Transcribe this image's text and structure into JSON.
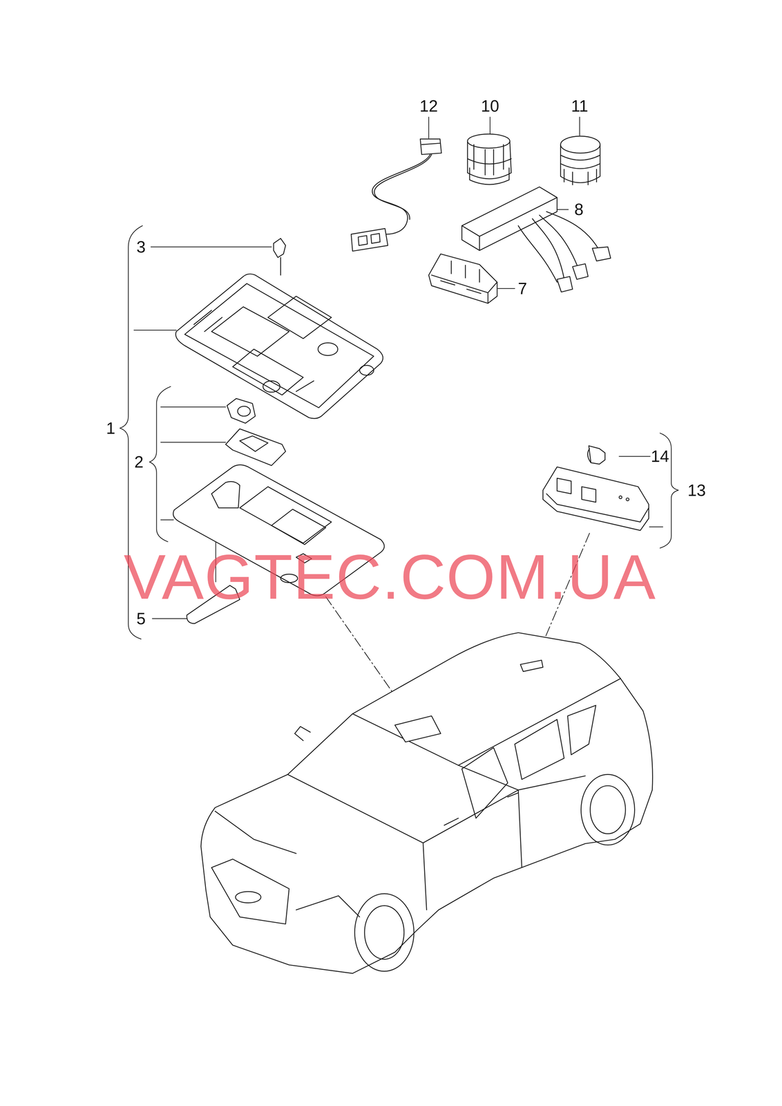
{
  "diagram": {
    "labels": [
      "12",
      "10",
      "11",
      "8",
      "3",
      "7",
      "1",
      "2",
      "14",
      "13",
      "5",
      "VAGTEC.COM.UA"
    ]
  }
}
